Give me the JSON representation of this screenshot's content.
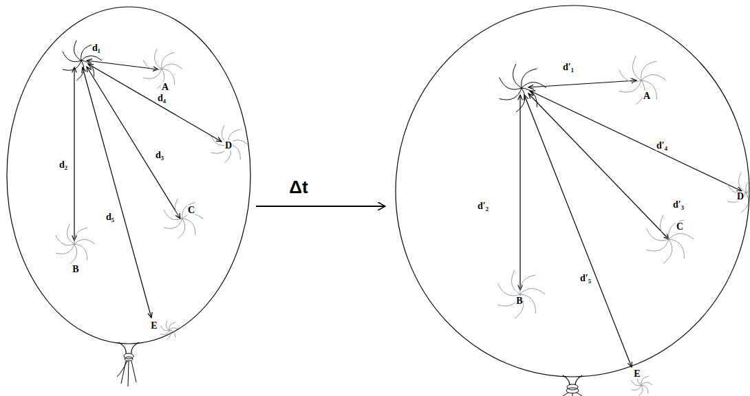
{
  "diagram": {
    "labels": [
      "d₁",
      "A",
      "d₄",
      "D",
      "d₂",
      "d₃",
      "C",
      "d₅",
      "B",
      "E",
      "Δt",
      "d′₁",
      "A",
      "d′₄",
      "D",
      "d′₂",
      "d′₃",
      "C",
      "d′₅",
      "B",
      "E"
    ]
  }
}
